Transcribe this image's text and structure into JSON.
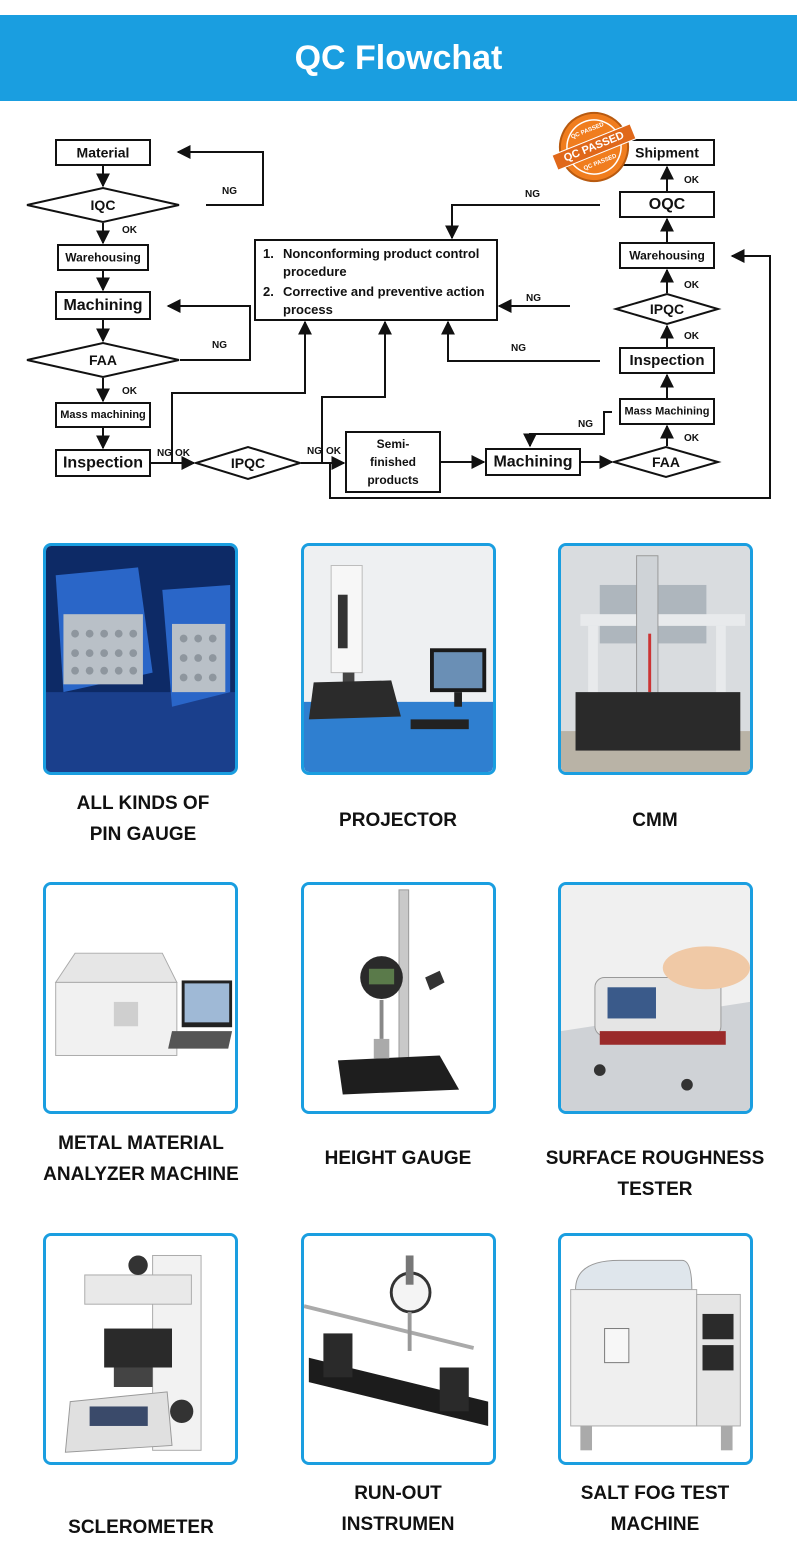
{
  "title": "QC Flowchat",
  "flowchart": {
    "left": {
      "material": "Material",
      "iqc": "IQC",
      "warehousing": "Warehousing",
      "machining": "Machining",
      "faa": "FAA",
      "mass_machining": "Mass machining",
      "inspection": "Inspection"
    },
    "bottom": {
      "ipqc": "IPQC",
      "semi_line1": "Semi-",
      "semi_line2": "finished",
      "semi_line3": "products",
      "machining": "Machining",
      "faa": "FAA"
    },
    "right": {
      "shipment": "Shipment",
      "oqc": "OQC",
      "warehousing": "Warehousing",
      "ipqc": "IPQC",
      "inspection": "Inspection",
      "mass_machining": "Mass Machining"
    },
    "procedure": {
      "item1_num": "1.",
      "item1_line1": "Nonconforming product control",
      "item1_line2": "procedure",
      "item2_num": "2.",
      "item2_line1": "Corrective and preventive action",
      "item2_line2": "process"
    },
    "labels": {
      "ok": "OK",
      "ng": "NG"
    },
    "stamp": {
      "main": "QC PASSED",
      "top": "QC PASSED",
      "bottom": "QC PASSED"
    }
  },
  "equipment": [
    {
      "line1": "ALL KINDS OF",
      "line2": "PIN GAUGE"
    },
    {
      "line1": "PROJECTOR",
      "line2": ""
    },
    {
      "line1": "CMM",
      "line2": ""
    },
    {
      "line1": "METAL MATERIAL",
      "line2": "ANALYZER MACHINE"
    },
    {
      "line1": "HEIGHT GAUGE",
      "line2": ""
    },
    {
      "line1": "SURFACE ROUGHNESS",
      "line2": "TESTER"
    },
    {
      "line1": "SCLEROMETER",
      "line2": ""
    },
    {
      "line1": "RUN-OUT",
      "line2": "INSTRUMEN"
    },
    {
      "line1": "SALT FOG TEST",
      "line2": "MACHINE"
    }
  ],
  "colors": {
    "accent": "#1a9ee0",
    "stamp": "#f07d1e"
  }
}
